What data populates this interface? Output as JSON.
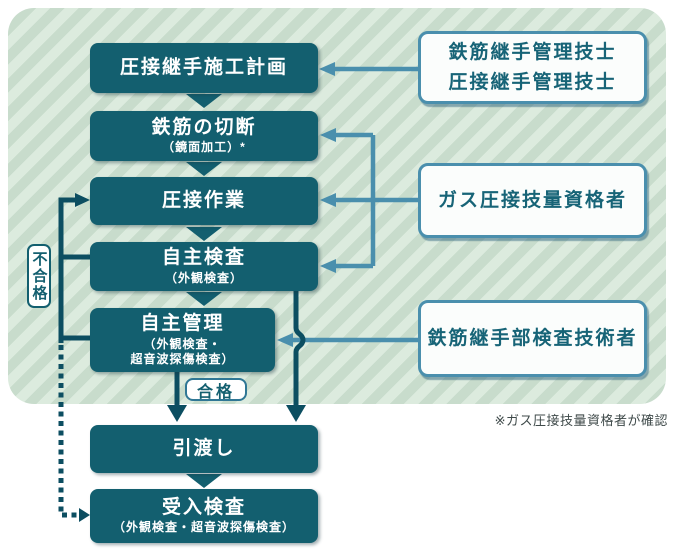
{
  "steps": [
    {
      "id": "plan",
      "label": "圧接継手施工計画",
      "sub": ""
    },
    {
      "id": "cut",
      "label": "鉄筋の切断",
      "sub": "（鏡面加工）*"
    },
    {
      "id": "weld",
      "label": "圧接作業",
      "sub": ""
    },
    {
      "id": "self-inspect",
      "label": "自主検査",
      "sub": "（外観検査）"
    },
    {
      "id": "self-manage",
      "label": "自主管理",
      "sub": "（外観検査・\n超音波探傷検査）"
    },
    {
      "id": "handover",
      "label": "引渡し",
      "sub": ""
    },
    {
      "id": "acceptance",
      "label": "受入検査",
      "sub": "（外観検査・超音波探傷検査）"
    }
  ],
  "qualifications": [
    {
      "id": "joint-managers",
      "label": "鉄筋継手管理技士\n圧接継手管理技士"
    },
    {
      "id": "welding-qualified",
      "label": "ガス圧接技量資格者"
    },
    {
      "id": "joint-inspector",
      "label": "鉄筋継手部検査技術者"
    }
  ],
  "badges": {
    "fail": "不合格",
    "pass": "合格"
  },
  "note": "※ガス圧接技量資格者が確認",
  "colors": {
    "step_box": "#135f6f",
    "dark_connector": "#0c4e61",
    "blue_connector": "#4a8fad",
    "role_border": "#4a8fad",
    "role_text": "#176477",
    "bg_stripe_light": "#dcebde",
    "bg_stripe_dark": "#c8dccc",
    "note_text": "#3f4a4a"
  }
}
